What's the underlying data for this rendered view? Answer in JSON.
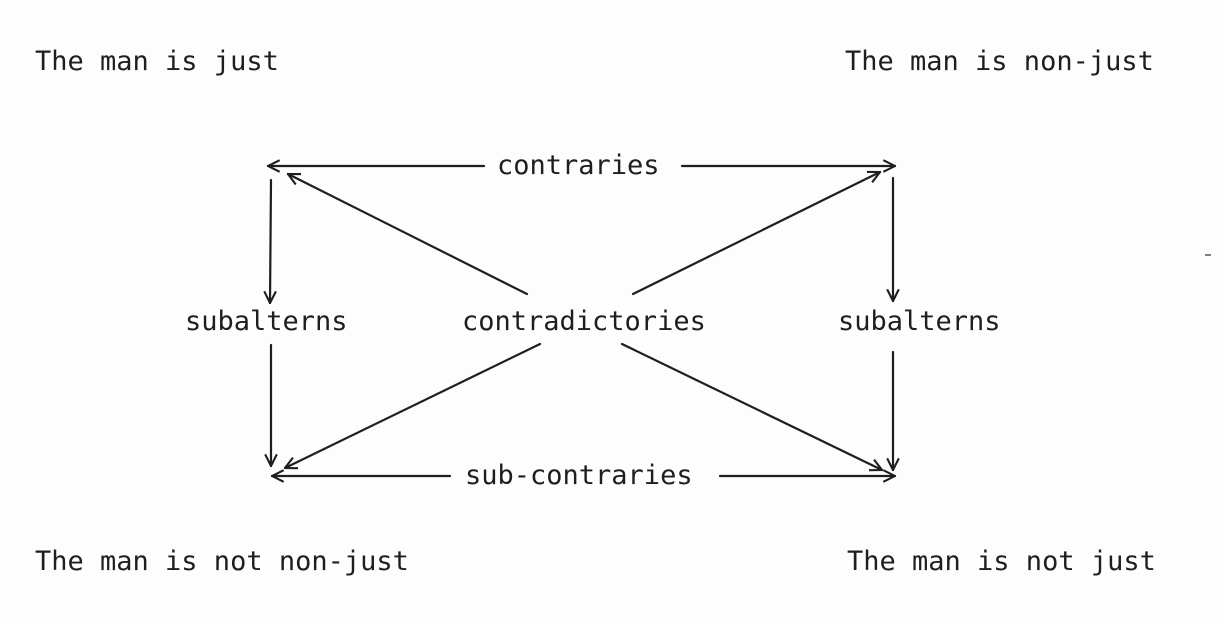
{
  "corners": {
    "top_left": "The man is just",
    "top_right": "The man is non-just",
    "bottom_left": "The man is not non-just",
    "bottom_right": "The man is not just"
  },
  "relations": {
    "top": "contraries",
    "left": "subalterns",
    "center": "contradictories",
    "right": "subalterns",
    "bottom": "sub-contraries"
  }
}
